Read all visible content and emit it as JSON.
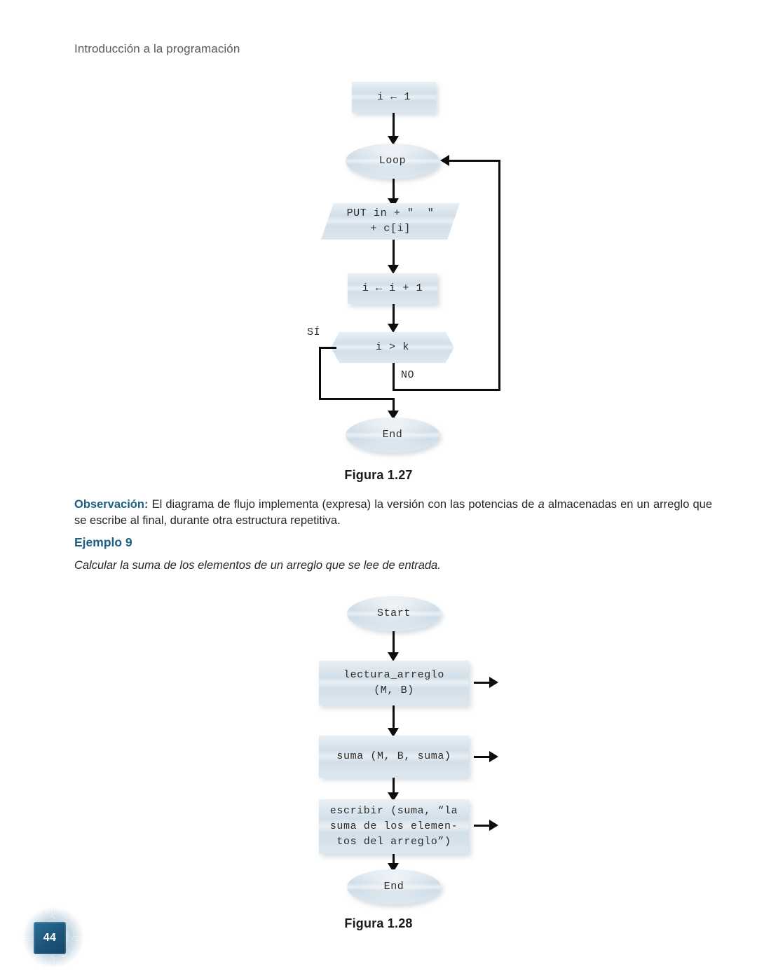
{
  "page": {
    "running_head": "Introducción a la programación",
    "page_number": "44"
  },
  "figure_1": {
    "caption": "Figura 1.27",
    "nodes": [
      {
        "id": "init",
        "shape": "rectangle",
        "text": "i ← 1"
      },
      {
        "id": "loop",
        "shape": "ellipse",
        "text": "Loop"
      },
      {
        "id": "put",
        "shape": "parallelogram",
        "text": "PUT in + \"  \"\n+ c[i]"
      },
      {
        "id": "incr",
        "shape": "rectangle",
        "text": "i ← i + 1"
      },
      {
        "id": "decision",
        "shape": "hexagon",
        "text": "i > k"
      },
      {
        "id": "end",
        "shape": "ellipse",
        "text": "End"
      }
    ],
    "edge_labels": {
      "yes": "SÍ",
      "no": "NO"
    }
  },
  "observation": {
    "lead": "Observación:",
    "text_before_italic": " El diagrama de flujo implementa (expresa) la versión con las potencias de ",
    "italic_term": "a",
    "text_after_italic": " almacenadas en un arreglo que se escribe al final, durante otra estructura repetitiva."
  },
  "example": {
    "heading": "Ejemplo 9",
    "statement": "Calcular la suma de los elementos de un arreglo que se lee de entrada."
  },
  "figure_2": {
    "caption": "Figura 1.28",
    "nodes": [
      {
        "id": "start",
        "shape": "ellipse",
        "text": "Start"
      },
      {
        "id": "lectura",
        "shape": "rectangle",
        "text": "lectura_arreglo\n(M, B)"
      },
      {
        "id": "suma",
        "shape": "rectangle",
        "text": "suma (M, B, suma)"
      },
      {
        "id": "escribir",
        "shape": "rectangle",
        "text": "escribir (suma, “la\nsuma de los elemen-\ntos del arreglo”)"
      },
      {
        "id": "end",
        "shape": "ellipse",
        "text": "End"
      }
    ]
  },
  "colors": {
    "node_fill": "#cfdde8",
    "heading_blue": "#1a6080",
    "connector": "#0d0d0d",
    "running_head": "#595959",
    "chip_blue": "#1d5478"
  }
}
